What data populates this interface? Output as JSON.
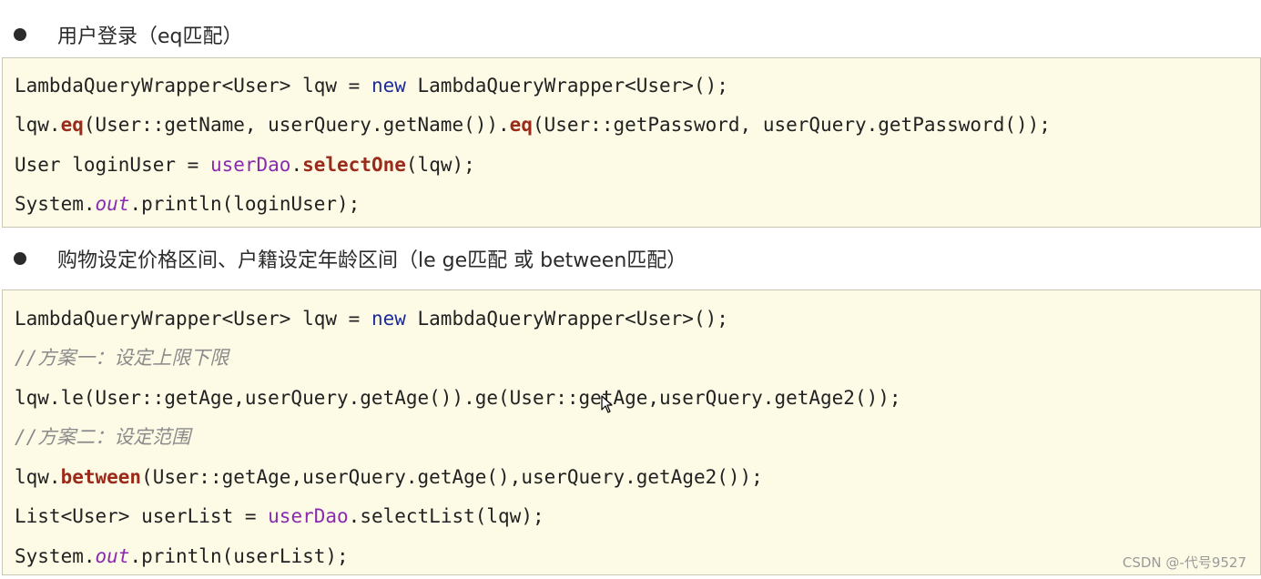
{
  "section1": {
    "heading": "用户登录（eq匹配）",
    "code": {
      "l1": {
        "a": "LambdaQueryWrapper<User> lqw = ",
        "kw": "new",
        "b": " LambdaQueryWrapper<User>();"
      },
      "l2": {
        "a": "lqw.",
        "m1": "eq",
        "b": "(User::getName, userQuery.getName()).",
        "m2": "eq",
        "c": "(User::getPassword, userQuery.getPassword());"
      },
      "l3": {
        "a": "User loginUser = ",
        "f": "userDao",
        "dot": ".",
        "m": "selectOne",
        "b": "(lqw);"
      },
      "l4": {
        "a": "System.",
        "i": "out",
        "b": ".println(loginUser);"
      }
    }
  },
  "section2": {
    "heading": "购物设定价格区间、户籍设定年龄区间（le ge匹配  或  between匹配）",
    "code": {
      "l1": {
        "a": "LambdaQueryWrapper<User> lqw = ",
        "kw": "new",
        "b": " LambdaQueryWrapper<User>();"
      },
      "c1": "//方案一：设定上限下限",
      "l2": "lqw.le(User::getAge,userQuery.getAge()).ge(User::getAge,userQuery.getAge2());",
      "c2": "//方案二：设定范围",
      "l3": {
        "a": "lqw.",
        "m": "between",
        "b": "(User::getAge,userQuery.getAge(),userQuery.getAge2());"
      },
      "l4": {
        "a": "List<User> userList = ",
        "f": "userDao",
        "b": ".selectList(lqw);"
      },
      "l5": {
        "a": "System.",
        "i": "out",
        "b": ".println(userList);"
      }
    }
  },
  "watermark": "CSDN @-代号9527"
}
